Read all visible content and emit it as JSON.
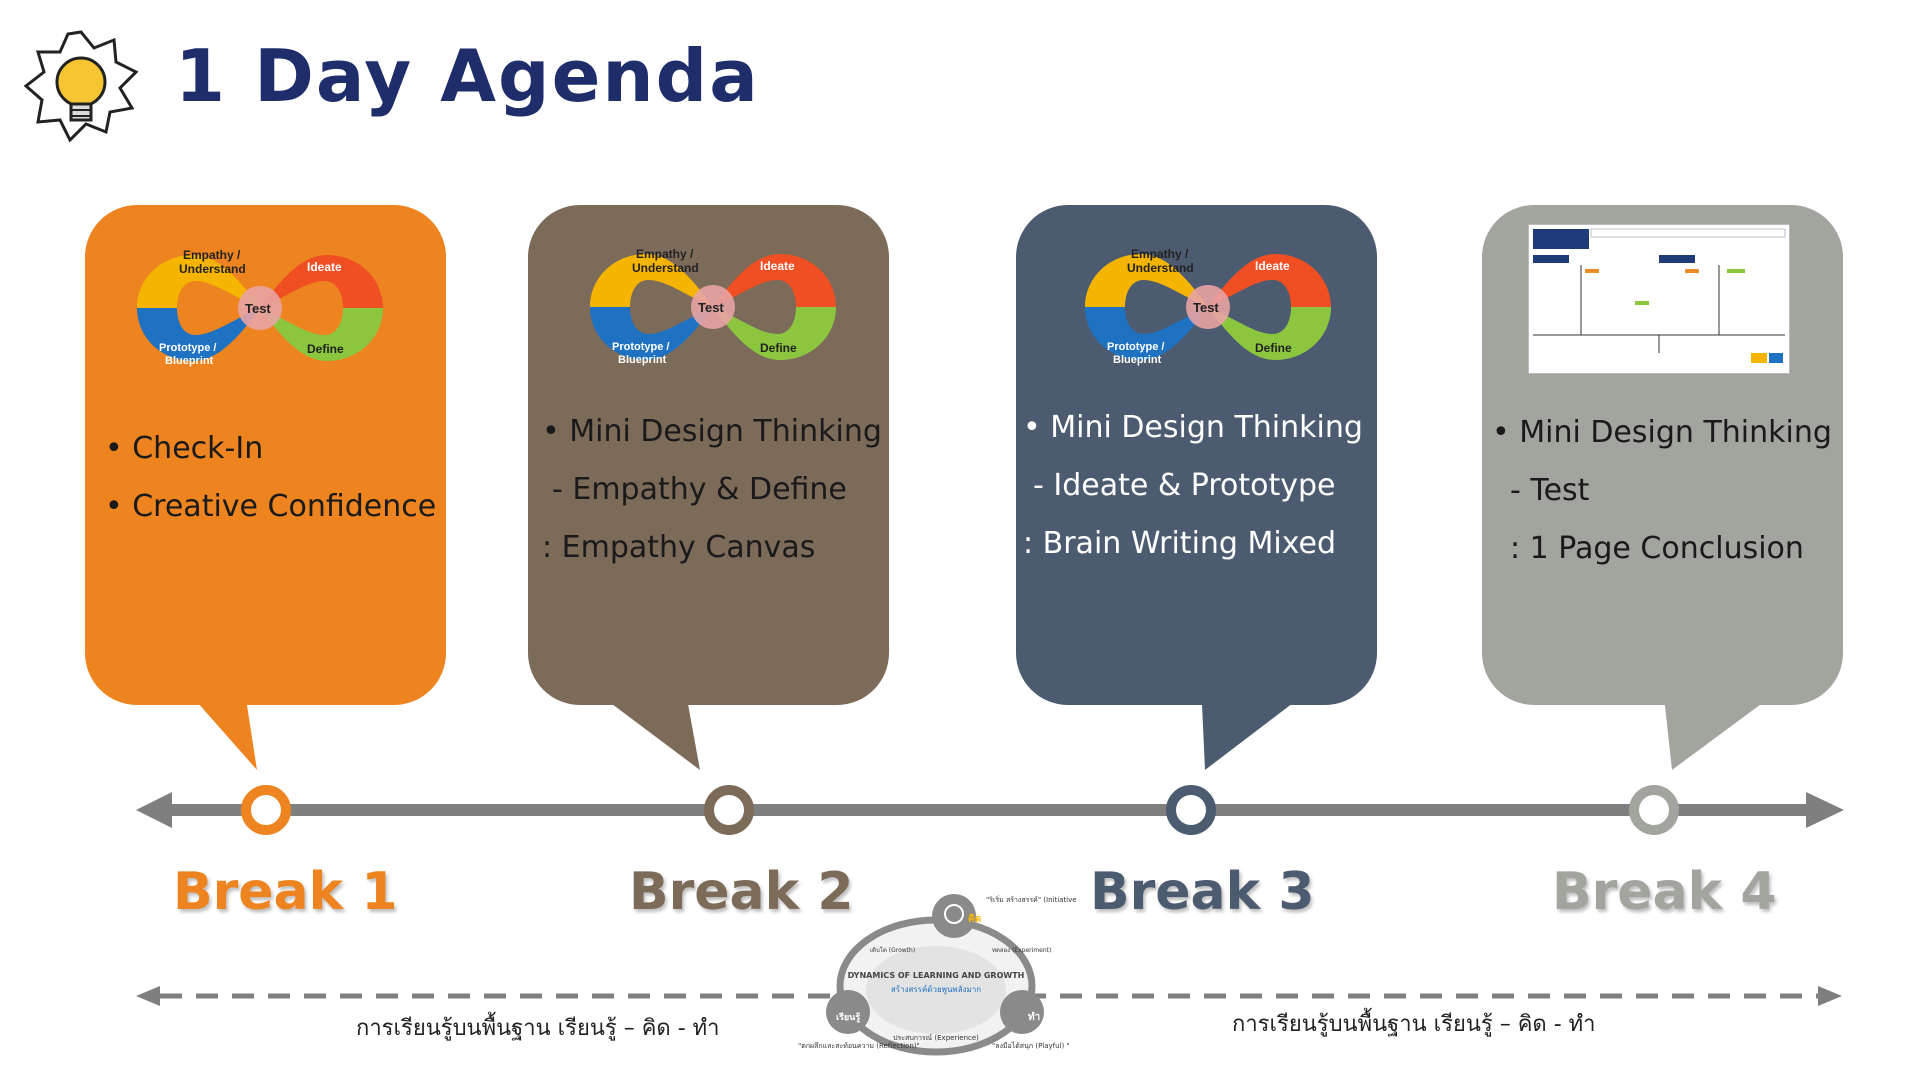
{
  "header": {
    "title": "1 Day Agenda",
    "icon": "lightbulb-icon"
  },
  "colors": {
    "orange": "#ee8420",
    "brown": "#7d6b5a",
    "slate": "#4d5b70",
    "gray": "#a2a59d",
    "timeline": "#7f7f7f",
    "title": "#1f2d6b"
  },
  "infinity_labels": {
    "empathy": "Empathy / Understand",
    "ideate": "Ideate",
    "test": "Test",
    "prototype": "Prototype / Blueprint",
    "define": "Define"
  },
  "sessions": [
    {
      "lines": [
        "• Check-In",
        "• Creative Confidence"
      ],
      "break_label": "Break 1"
    },
    {
      "lines": [
        "• Mini Design Thinking",
        "  - Empathy & Define",
        ": Empathy Canvas"
      ],
      "break_label": "Break 2"
    },
    {
      "lines": [
        "• Mini Design Thinking",
        "  - Ideate & Prototype",
        ": Brain Writing Mixed"
      ],
      "break_label": "Break 3"
    },
    {
      "lines": [
        "• Mini Design Thinking",
        "  - Test",
        "    : 1 Page Conclusion"
      ],
      "break_label": "Break 4"
    }
  ],
  "footer": {
    "left_caption": "การเรียนรู้บนพื้นฐาน เรียนรู้ – คิด - ทำ",
    "right_caption": "การเรียนรู้บนพื้นฐาน เรียนรู้ – คิด - ทำ",
    "cycle": {
      "center_title": "DYNAMICS OF LEARNING AND GROWTH",
      "center_thai": "สร้างสรรค์ด้วยพูนพลังมาก",
      "top_label": "คิด",
      "right_label": "ทำ",
      "left_label": "เรียนรู้",
      "top_caption": "\"ริเริ่ม สร้างสรรค์\" (Initiative)\"",
      "right_caption": "\"ลงมือได้สนุก (Playful) \"",
      "left_caption": "\"ตกผลึกและสะท้อนความ (Reflection)\"",
      "bottom_caption": "ประสบการณ์ (Experience)",
      "arc_left": "เติบโต (Growth)",
      "arc_right": "ทดลอง (Experiment)"
    }
  }
}
